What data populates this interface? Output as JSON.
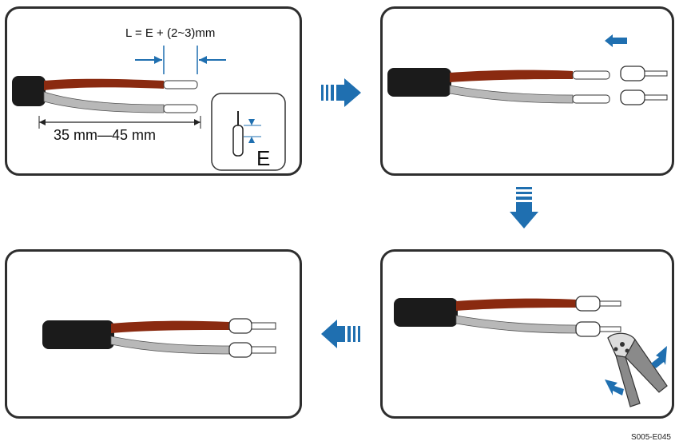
{
  "steps": [
    {
      "id": 1,
      "length_label": "35 mm—45 mm",
      "formula_label": "L = E + (2~3)mm",
      "inset_label": "E"
    },
    {
      "id": 2
    },
    {
      "id": 3
    },
    {
      "id": 4
    }
  ],
  "colors": {
    "arrow": "#1f6fb0",
    "cable_jacket": "#1b1b1b",
    "red_wire": "#8a2a10",
    "grey_wire": "#b8b8b8",
    "outline": "#2e2e2e"
  },
  "figure_code": "S005-E045"
}
